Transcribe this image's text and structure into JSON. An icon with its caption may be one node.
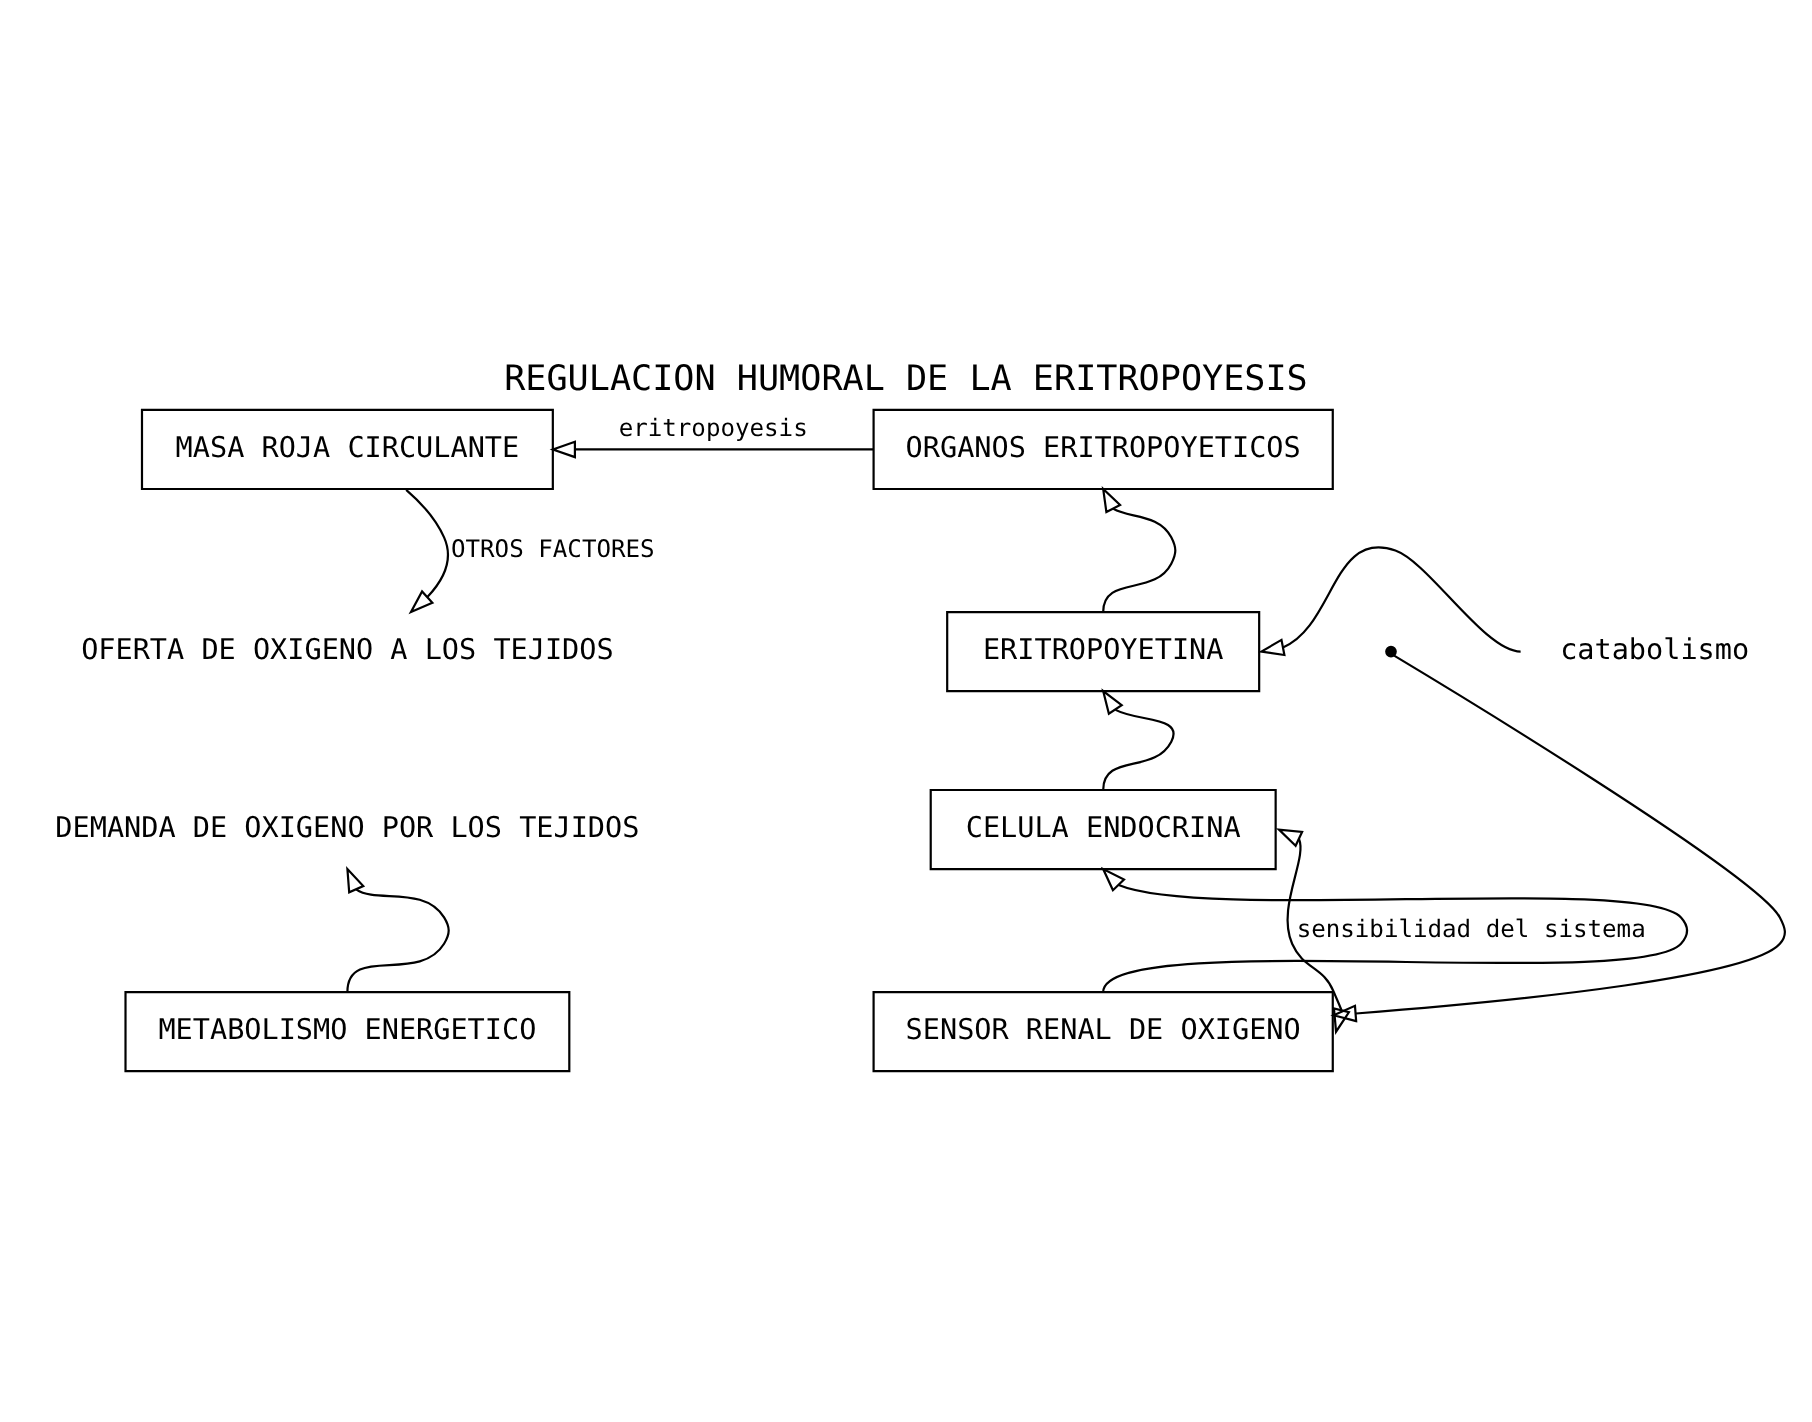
{
  "diagram": {
    "title": "REGULACION HUMORAL DE LA ERITROPOYESIS",
    "nodes": [
      {
        "text": [
          "MASA ROJA CIRCULANTE"
        ]
      },
      {
        "text": [
          "ORGANOS ERITROPOYETICOS"
        ]
      },
      {
        "text": [
          "OFERTA DE OXIGENO A LOS TEJIDOS"
        ]
      },
      {
        "text": [
          "ERITROPOYETINA"
        ]
      },
      {
        "text": [
          "catabolismo"
        ]
      },
      {
        "text": [
          "CELULA ENDOCRINA"
        ]
      },
      {
        "text": [
          "DEMANDA DE OXIGENO POR LOS TEJIDOS"
        ]
      },
      {
        "text": [
          "METABOLISMO ENERGETICO"
        ]
      },
      {
        "text": [
          "SENSOR RENAL DE OXIGENO"
        ]
      }
    ],
    "edges": [
      {
        "from": 0,
        "to": 2,
        "arrow": "to",
        "label": "OTROS FACTORES"
      },
      {
        "from": 1,
        "to": 0,
        "arrow": "to",
        "label": "eritropoyesis"
      },
      {
        "from": 3,
        "to": 1,
        "arrow": "to"
      },
      {
        "from": 4,
        "to": 3,
        "arrow": "to"
      },
      {
        "from": 5,
        "to": 3,
        "arrow": "to"
      },
      {
        "from": 7,
        "to": 6,
        "arrow": "to"
      },
      {
        "from": null,
        "to": 8,
        "arrow": "to"
      },
      {
        "from": 8,
        "to": 5,
        "arrow": "to"
      },
      {
        "from": 5,
        "to": 8,
        "arrow": "both",
        "label": "sensibilidad del sistema"
      }
    ]
  }
}
